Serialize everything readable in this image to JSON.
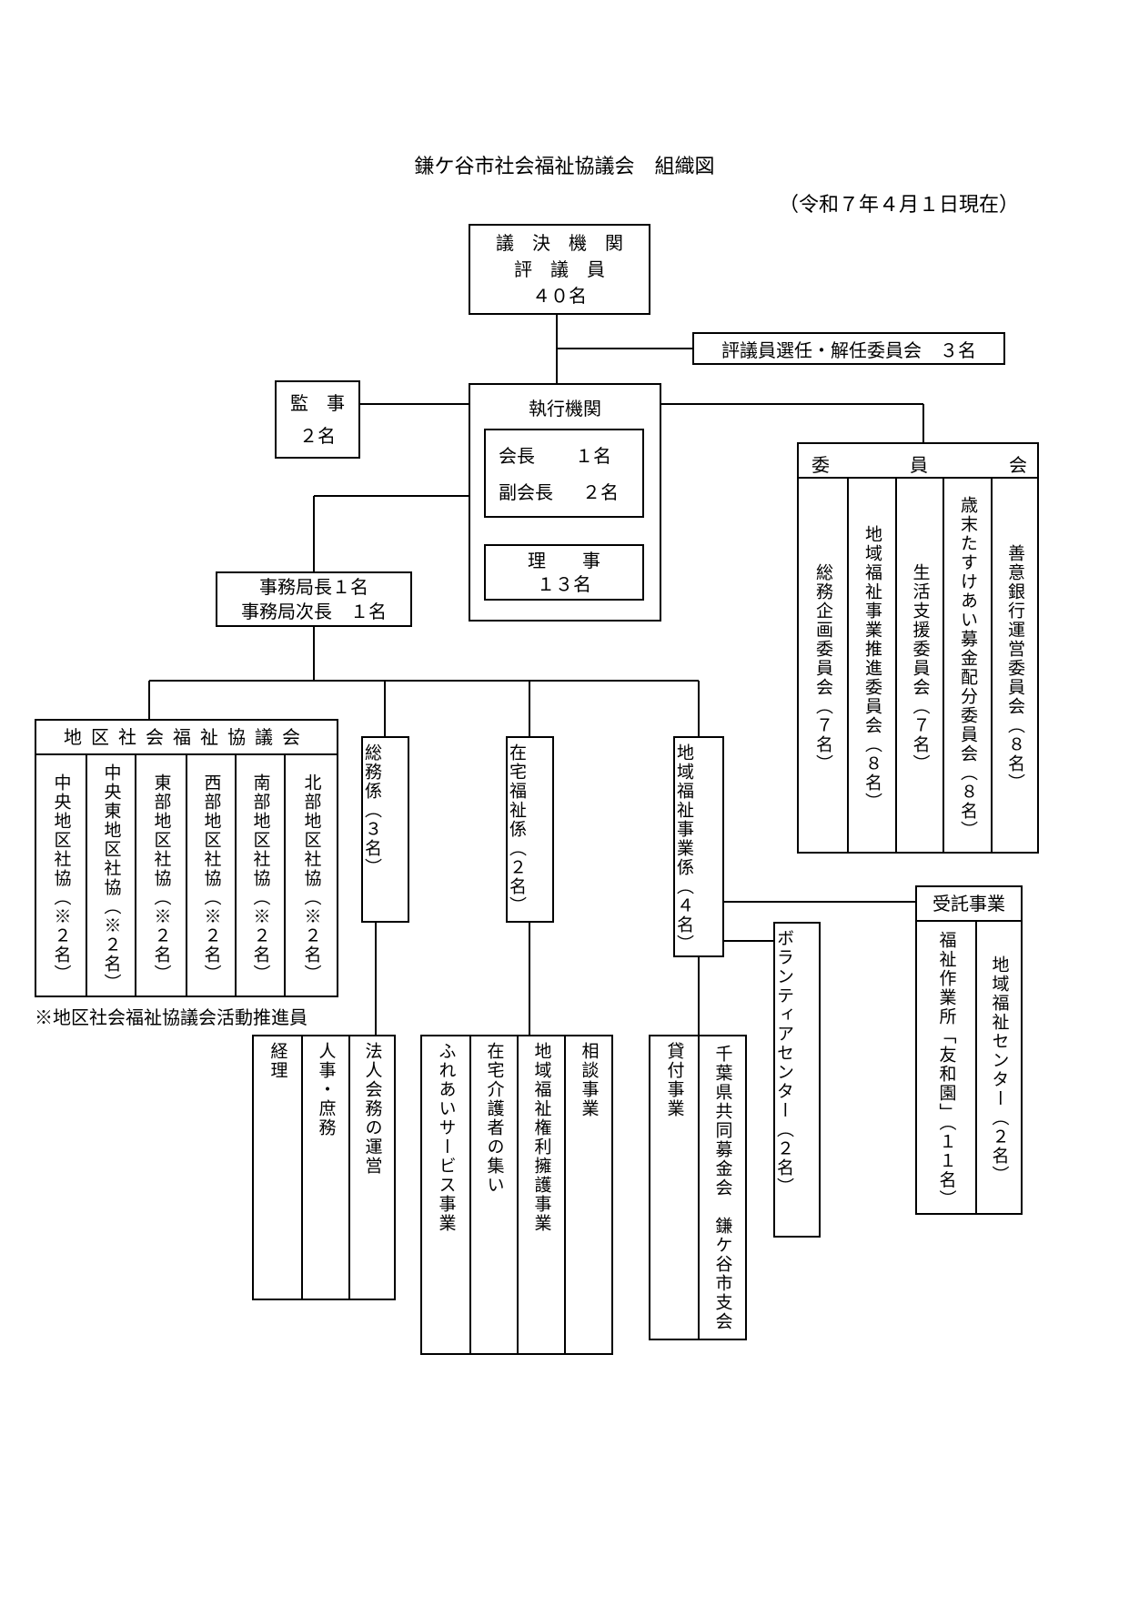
{
  "title": "鎌ケ谷市社会福祉協議会　組織図",
  "date": "（令和７年４月１日現在）",
  "council": {
    "line1": "議　決　機　関",
    "line2": "評　議　員",
    "line3": "４０名"
  },
  "selection_committee": "評議員選任・解任委員会　３名",
  "auditor": {
    "line1": "監　事",
    "line2": "２名"
  },
  "executive": {
    "title": "執行機関",
    "chair_label": "会長",
    "chair_count": "１名",
    "vice_label": "副会長",
    "vice_count": "２名",
    "directors_label": "理　　事",
    "directors_count": "１３名"
  },
  "committees": {
    "header_left": "委",
    "header_mid": "員",
    "header_right": "会",
    "items": [
      "総務企画委員会（７名）",
      "地域福祉事業推進委員会（８名）",
      "生活支援委員会（７名）",
      "歳末たすけあい募金配分委員会（８名）",
      "善意銀行運営委員会（８名）"
    ]
  },
  "secretariat": {
    "line1": "事務局長１名",
    "line2": "事務局次長　１名"
  },
  "district": {
    "title": "地区社会福祉協議会",
    "items": [
      "中央地区社協（※２名）",
      "中央東地区社協（※２名）",
      "東部地区社協（※２名）",
      "西部地区社協（※２名）",
      "南部地区社協（※２名）",
      "北部地区社協（※２名）"
    ],
    "note": "※地区社会福祉協議会活動推進員"
  },
  "general_affairs": {
    "title": "総務係（３名）",
    "duties": [
      "経理",
      "人事・庶務",
      "法人会務の運営"
    ]
  },
  "home_welfare": {
    "title": "在宅福祉係（２名）",
    "duties": [
      "ふれあいサービス事業",
      "在宅介護者の集い",
      "地域福祉権利擁護事業",
      "相談事業"
    ]
  },
  "community_welfare": {
    "title": "地域福祉事業係（４名）",
    "duties": [
      "貸付事業",
      "千葉県共同募金会　鎌ケ谷市支会"
    ]
  },
  "volunteer_center": "ボランティアセンター（２名）",
  "contract": {
    "title": "受託事業",
    "items": [
      "福祉作業所「友和園」（１１名）",
      "地域福祉センター（２名）"
    ]
  }
}
